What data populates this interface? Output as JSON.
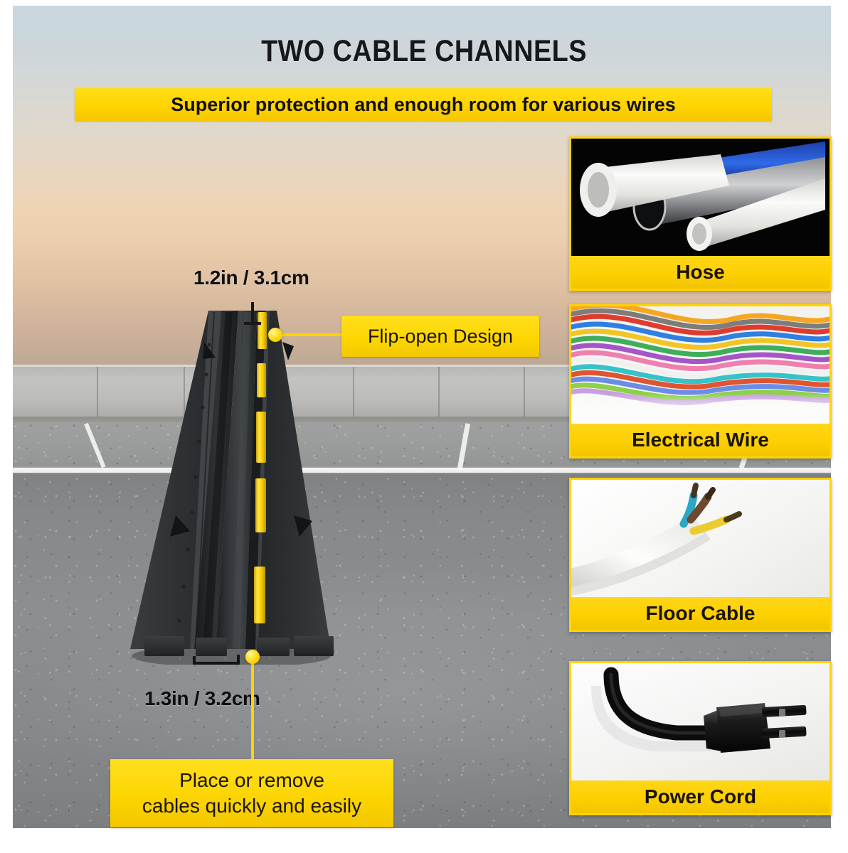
{
  "header": {
    "title": "TWO CABLE CHANNELS",
    "subtitle": "Superior protection and enough room for various wires"
  },
  "product": {
    "height_dimension": "1.2in / 3.1cm",
    "width_dimension": "1.3in / 3.2cm",
    "flip_callout": "Flip-open Design",
    "bottom_callout_line1": "Place or remove",
    "bottom_callout_line2": "cables quickly and easily"
  },
  "panels": [
    {
      "label": "Hose",
      "icon": "pvc-pipes-photo"
    },
    {
      "label": "Electrical Wire",
      "icon": "colored-wire-bundle-photo"
    },
    {
      "label": "Floor Cable",
      "icon": "white-sheathed-cable-photo"
    },
    {
      "label": "Power Cord",
      "icon": "black-power-plug-photo"
    }
  ],
  "colors": {
    "accent_yellow": "#ffd400",
    "text_dark": "#16181c",
    "product_black": "#2f3234"
  }
}
